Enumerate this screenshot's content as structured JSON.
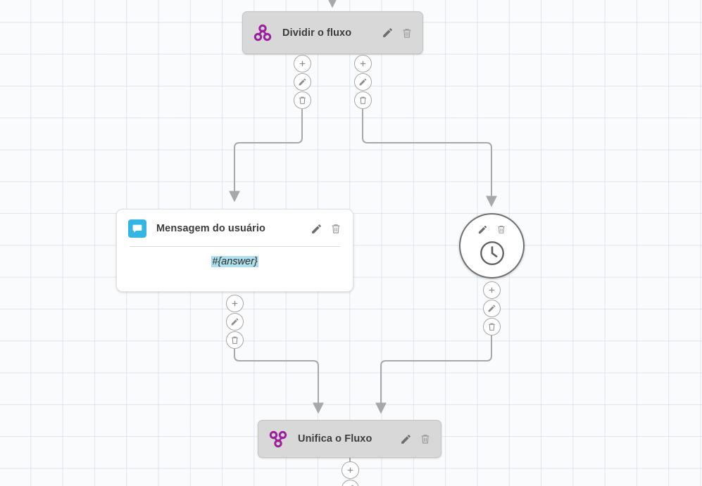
{
  "canvas": {
    "background_color": "#fafbfc",
    "grid_color": "#c8d2e6",
    "grid_size": 45
  },
  "palette": {
    "node_gray": "#d8d8d8",
    "node_white": "#ffffff",
    "branch_purple": "#9c1f9c",
    "chat_blue": "#34b6e4",
    "token_highlight": "#ade0ec",
    "edge_gray": "#a8a8a8",
    "title_text": "#3c3c3c"
  },
  "nodes": [
    {
      "id": "split",
      "type": "branch",
      "title": "Dividir o fluxo",
      "icon": "split-branch-icon",
      "actions": [
        "edit-icon",
        "delete-icon"
      ]
    },
    {
      "id": "user-message",
      "type": "message",
      "title": "Mensagem do usuário",
      "icon": "chat-bubble-icon",
      "actions": [
        "edit-icon",
        "delete-icon"
      ],
      "body_token": "#{answer}"
    },
    {
      "id": "delay",
      "type": "timer",
      "title": "",
      "icon": "clock-icon",
      "actions": [
        "edit-icon",
        "delete-icon"
      ]
    },
    {
      "id": "merge",
      "type": "branch",
      "title": "Unifica o Fluxo",
      "icon": "merge-branch-icon",
      "actions": [
        "edit-icon",
        "delete-icon"
      ]
    }
  ],
  "ports": {
    "add_label": "+",
    "edit_label": "edit",
    "delete_label": "delete",
    "stacks": [
      {
        "for": "split",
        "branch": "left",
        "buttons": [
          "add-icon",
          "edit-icon",
          "delete-icon"
        ]
      },
      {
        "for": "split",
        "branch": "right",
        "buttons": [
          "add-icon",
          "edit-icon",
          "delete-icon"
        ]
      },
      {
        "for": "user-message",
        "branch": "out",
        "buttons": [
          "add-icon",
          "edit-icon",
          "delete-icon"
        ]
      },
      {
        "for": "delay",
        "branch": "out",
        "buttons": [
          "add-icon",
          "edit-icon",
          "delete-icon"
        ]
      },
      {
        "for": "merge",
        "branch": "out",
        "buttons": [
          "add-icon",
          "edit-icon"
        ]
      }
    ]
  },
  "edges": [
    {
      "from": "upstream",
      "to": "split"
    },
    {
      "from": "split-left",
      "to": "user-message"
    },
    {
      "from": "split-right",
      "to": "delay"
    },
    {
      "from": "user-message",
      "to": "merge"
    },
    {
      "from": "delay",
      "to": "merge"
    }
  ]
}
